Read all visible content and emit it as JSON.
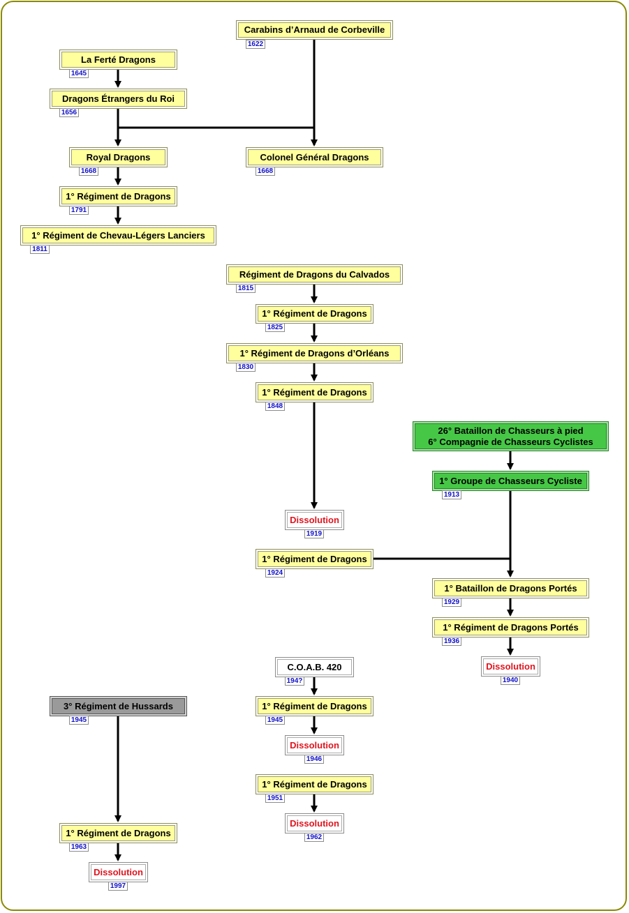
{
  "diagram": {
    "nodes": [
      {
        "id": "n1",
        "label": "Carabins d’Arnaud de Corbeville",
        "year": "1622",
        "style": "yellow"
      },
      {
        "id": "n2",
        "label": "La Ferté Dragons",
        "year": "1645",
        "style": "yellow"
      },
      {
        "id": "n3",
        "label": "Dragons Étrangers du Roi",
        "year": "1656",
        "style": "yellow"
      },
      {
        "id": "n4",
        "label": "Royal Dragons",
        "year": "1668",
        "style": "yellow"
      },
      {
        "id": "n5",
        "label": "Colonel Général Dragons",
        "year": "1668",
        "style": "yellow"
      },
      {
        "id": "n6",
        "label": "1° Régiment de Dragons",
        "year": "1791",
        "style": "yellow"
      },
      {
        "id": "n7",
        "label": "1° Régiment de Chevau-Légers Lanciers",
        "year": "1811",
        "style": "yellow"
      },
      {
        "id": "n8",
        "label": "Régiment de Dragons du Calvados",
        "year": "1815",
        "style": "yellow"
      },
      {
        "id": "n9",
        "label": "1° Régiment de Dragons",
        "year": "1825",
        "style": "yellow"
      },
      {
        "id": "n10",
        "label": "1° Régiment de Dragons d’Orléans",
        "year": "1830",
        "style": "yellow"
      },
      {
        "id": "n11",
        "label": "1° Régiment de Dragons",
        "year": "1848",
        "style": "yellow"
      },
      {
        "id": "n12",
        "label": "26° Bataillon de Chasseurs à pied",
        "label2": "6° Compagnie de Chasseurs Cyclistes",
        "style": "green"
      },
      {
        "id": "n13",
        "label": "1° Groupe de Chasseurs Cycliste",
        "year": "1913",
        "style": "green"
      },
      {
        "id": "n14",
        "label": "Dissolution",
        "year": "1919",
        "style": "diss"
      },
      {
        "id": "n15",
        "label": "1° Régiment de Dragons",
        "year": "1924",
        "style": "yellow"
      },
      {
        "id": "n16",
        "label": "1° Bataillon de Dragons Portés",
        "year": "1929",
        "style": "yellow"
      },
      {
        "id": "n17",
        "label": "1° Régiment de Dragons Portés",
        "year": "1936",
        "style": "yellow"
      },
      {
        "id": "n18",
        "label": "Dissolution",
        "year": "1940",
        "style": "diss"
      },
      {
        "id": "n19",
        "label": "C.O.A.B. 420",
        "year": "194?",
        "style": "white"
      },
      {
        "id": "n20",
        "label": "3° Régiment de Hussards",
        "year": "1945",
        "style": "grey"
      },
      {
        "id": "n21",
        "label": "1° Régiment de Dragons",
        "year": "1945",
        "style": "yellow"
      },
      {
        "id": "n22",
        "label": "Dissolution",
        "year": "1946",
        "style": "diss"
      },
      {
        "id": "n23",
        "label": "1° Régiment de Dragons",
        "year": "1951",
        "style": "yellow"
      },
      {
        "id": "n24",
        "label": "Dissolution",
        "year": "1962",
        "style": "diss"
      },
      {
        "id": "n25",
        "label": "1° Régiment de Dragons",
        "year": "1963",
        "style": "yellow"
      },
      {
        "id": "n26",
        "label": "Dissolution",
        "year": "1997",
        "style": "diss"
      }
    ],
    "edges": [
      [
        "n2",
        "n3"
      ],
      [
        "n3",
        "n4"
      ],
      [
        "n3",
        "n5"
      ],
      [
        "n1",
        "n5"
      ],
      [
        "n4",
        "n6"
      ],
      [
        "n6",
        "n7"
      ],
      [
        "n8",
        "n9"
      ],
      [
        "n9",
        "n10"
      ],
      [
        "n10",
        "n11"
      ],
      [
        "n11",
        "n14"
      ],
      [
        "n12",
        "n13"
      ],
      [
        "n13",
        "n16"
      ],
      [
        "n15",
        "n16"
      ],
      [
        "n16",
        "n17"
      ],
      [
        "n17",
        "n18"
      ],
      [
        "n19",
        "n21"
      ],
      [
        "n21",
        "n22"
      ],
      [
        "n23",
        "n24"
      ],
      [
        "n20",
        "n25"
      ],
      [
        "n25",
        "n26"
      ]
    ]
  }
}
